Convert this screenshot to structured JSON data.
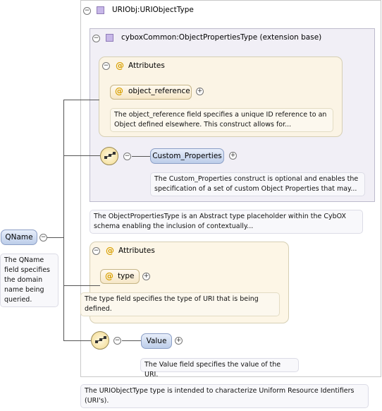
{
  "root": {
    "label": "QName",
    "doc": [
      "The QName",
      "field specifies",
      "the domain",
      "name being",
      "queried."
    ]
  },
  "uri_type": {
    "title": "URIObj:URIObjectType",
    "doc": "The URIObjectType type is intended to characterize Uniform Resource Identifiers (URI's)."
  },
  "ext": {
    "title": "cyboxCommon:ObjectPropertiesType (extension base)",
    "doc": "The ObjectPropertiesType is an Abstract type placeholder within the CybOX schema enabling the inclusion of contextually..."
  },
  "ext_attrs": {
    "title": "Attributes",
    "item": "object_reference",
    "doc": "The object_reference field specifies a unique ID reference to an Object defined elsewhere. This construct allows for..."
  },
  "custom": {
    "label": "Custom_Properties",
    "doc": "The Custom_Properties construct is optional and enables the specification of a set of custom Object Properties that may..."
  },
  "uri_attrs": {
    "title": "Attributes",
    "item": "type",
    "doc": "The type field specifies the type of URI that is being defined."
  },
  "value": {
    "label": "Value",
    "doc": "The Value field specifies the value of the URI."
  },
  "icons": {
    "expand": "⊖",
    "attr": "@",
    "expand_plus": "⊕"
  }
}
